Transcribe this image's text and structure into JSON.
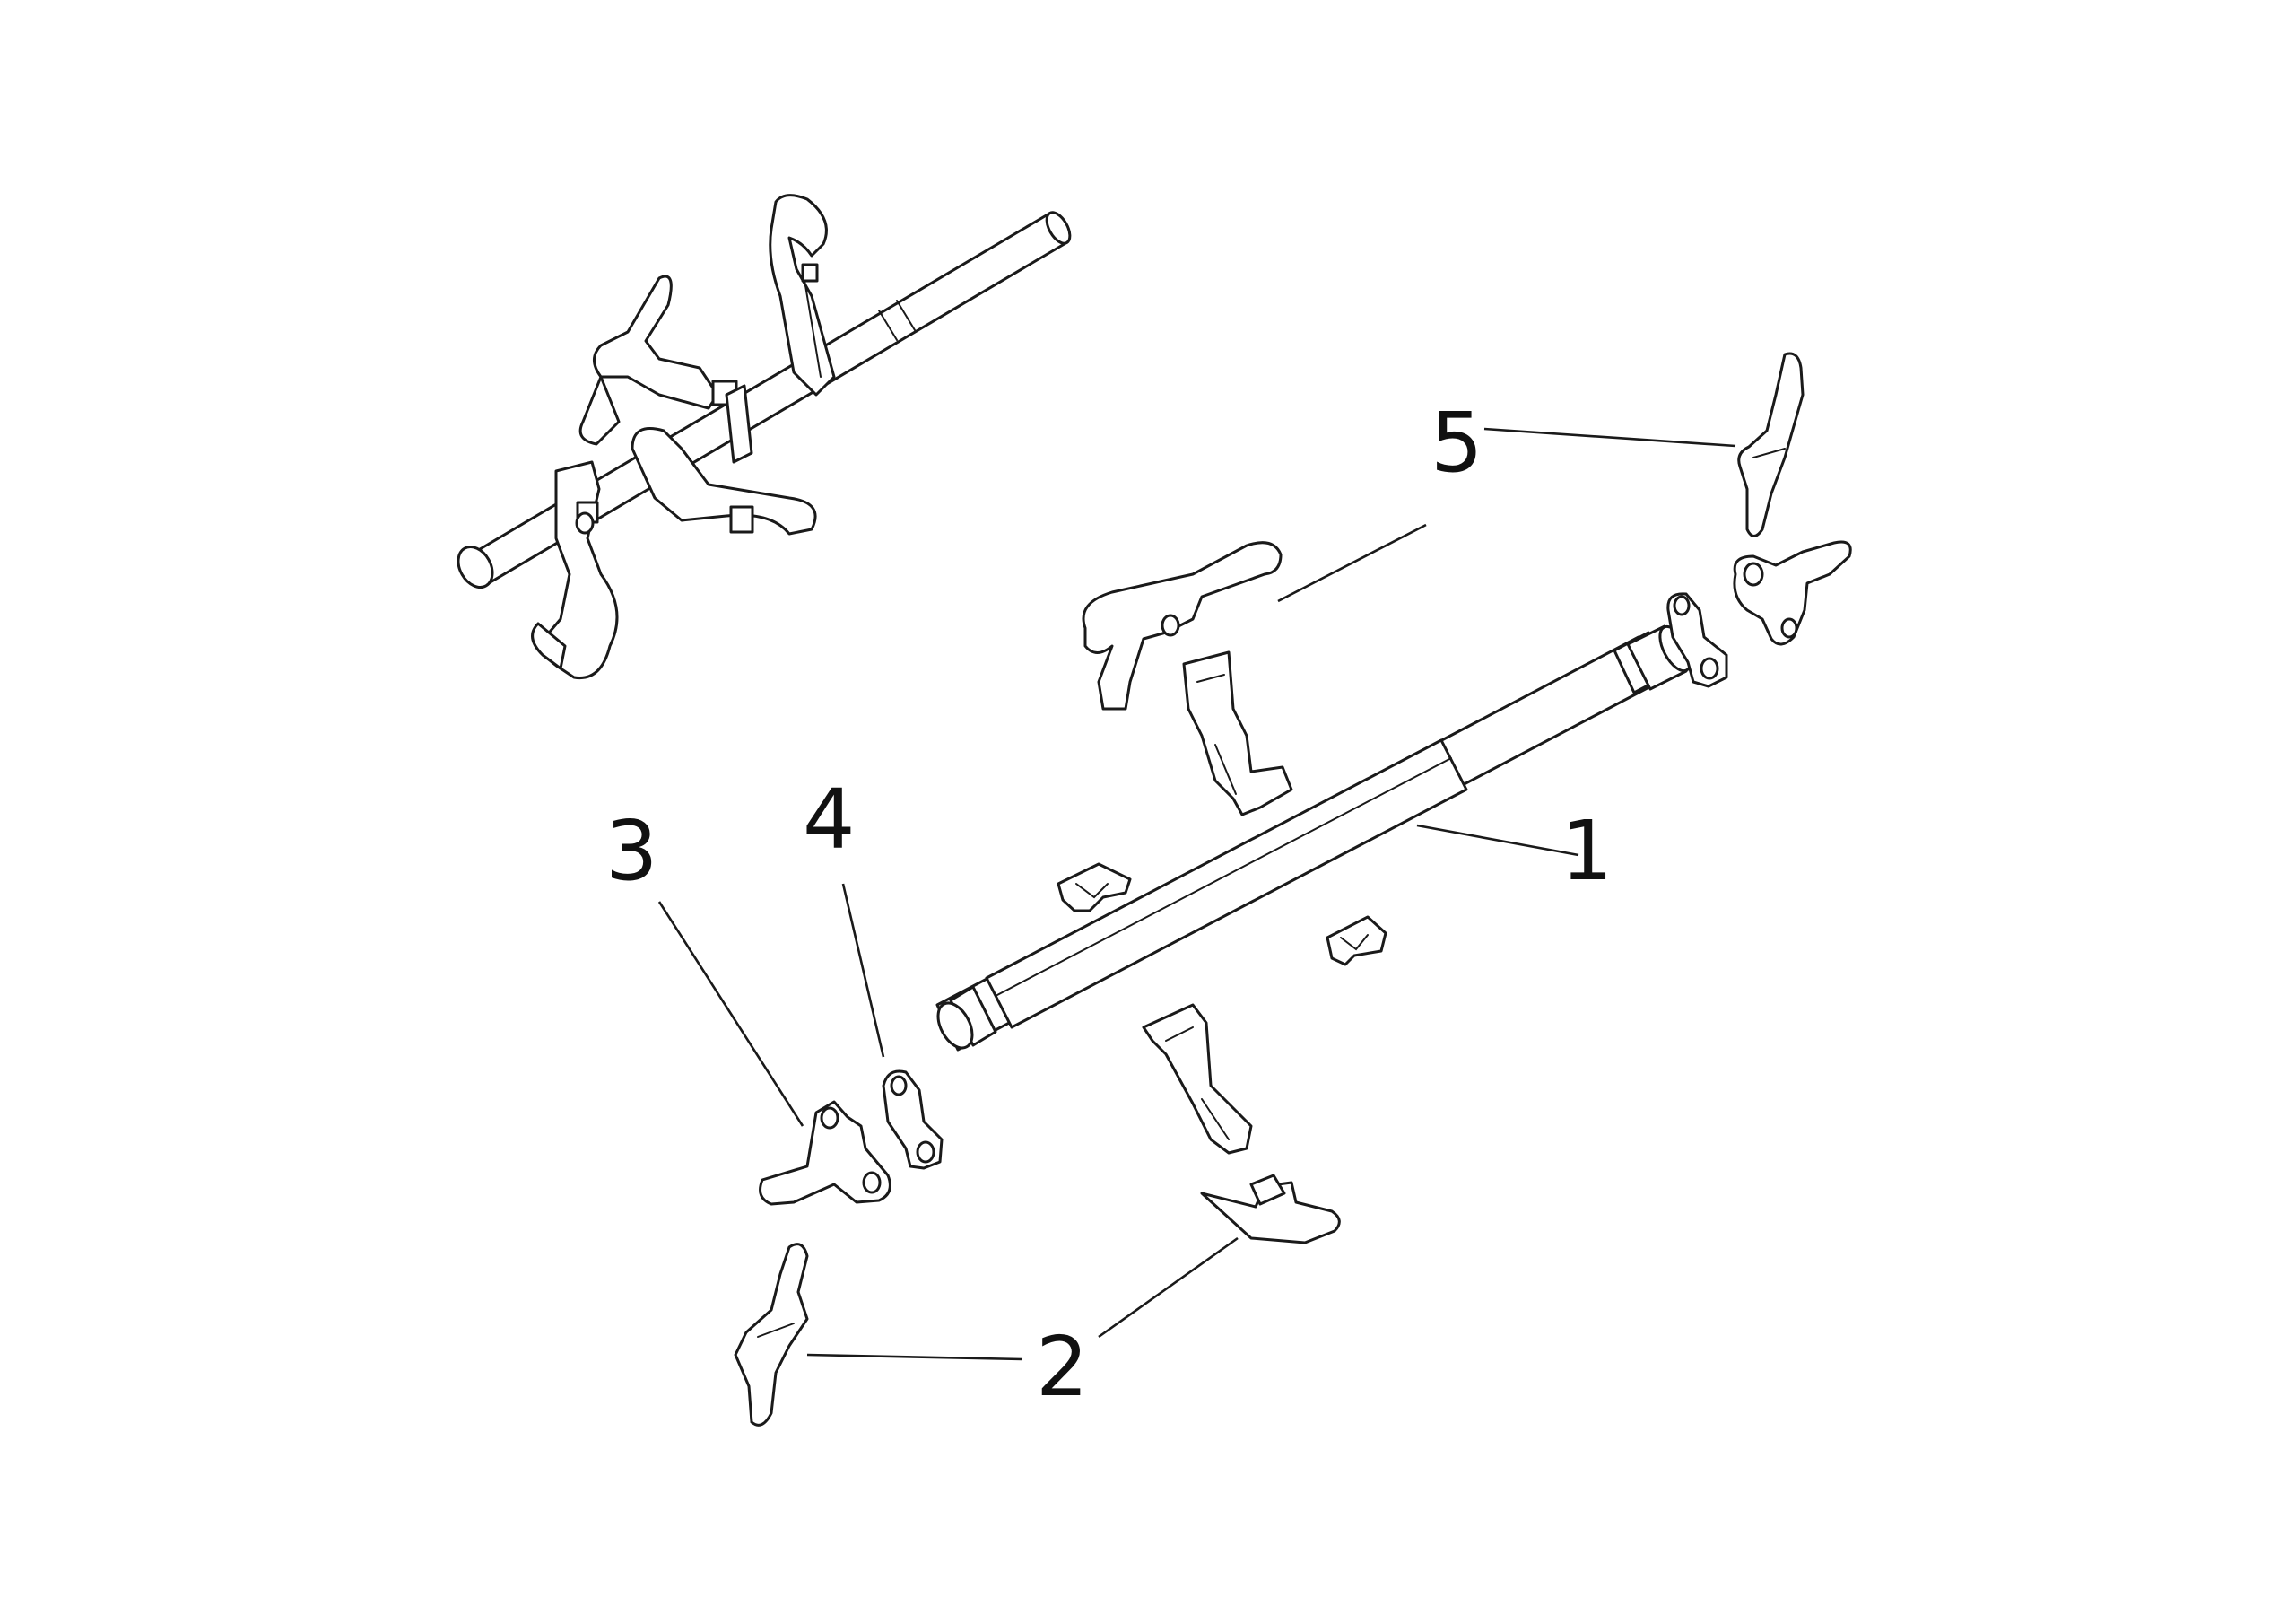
{
  "callouts": [
    {
      "id": "1",
      "label": "1",
      "part": "selector-shaft"
    },
    {
      "id": "2",
      "label": "2",
      "part": "shift-fork-small"
    },
    {
      "id": "3",
      "label": "3",
      "part": "shift-lug"
    },
    {
      "id": "4",
      "label": "4",
      "part": "shaft-clamp"
    },
    {
      "id": "5",
      "label": "5",
      "part": "shift-fork-large"
    }
  ],
  "colors": {
    "line": "#1a1a1a",
    "background": "#ffffff"
  }
}
